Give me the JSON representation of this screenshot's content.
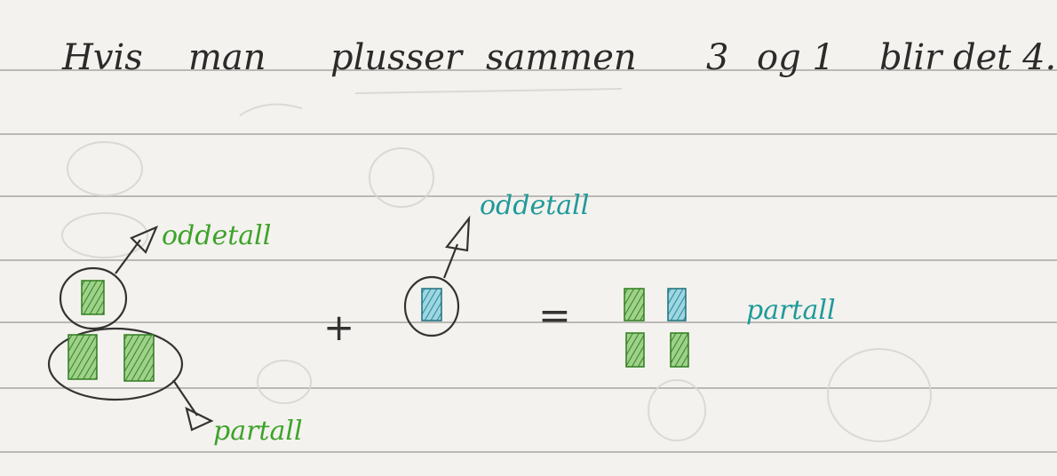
{
  "sentence": {
    "w1": "Hvis",
    "w2": "man",
    "w3": "plusser",
    "w4": "sammen",
    "w5": "3",
    "w6": "og 1",
    "w7": "blir det 4."
  },
  "labels": {
    "left_odd": "oddetall",
    "left_even": "partall",
    "middle_odd": "oddetall",
    "result": "partall"
  },
  "operators": {
    "plus": "+",
    "equals": "="
  },
  "colors": {
    "ink": "#2c2a2a",
    "green": "#3da32a",
    "teal": "#1f9a9a",
    "paper": "#f4f2ee",
    "ruling": "#a7a5a2"
  }
}
